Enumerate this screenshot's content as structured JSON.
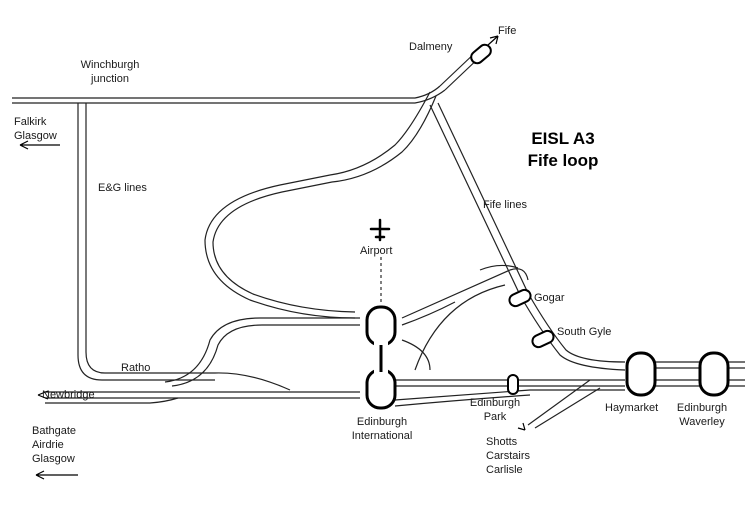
{
  "title": {
    "line1": "EISL A3",
    "line2": "Fife loop"
  },
  "labels": {
    "fife": "Fife",
    "dalmeny": "Dalmeny",
    "winchburgh": "Winchburgh",
    "winchburgh_junction": "junction",
    "falkirk": "Falkirk",
    "glasgow_w": "Glasgow",
    "eg_lines": "E&G lines",
    "fife_lines": "Fife lines",
    "airport": "Airport",
    "gogar": "Gogar",
    "south_gyle": "South Gyle",
    "ratho": "Ratho",
    "newbridge": "Newbridge",
    "bathgate": "Bathgate",
    "airdrie": "Airdrie",
    "glasgow_sw": "Glasgow",
    "edinburgh_intl_1": "Edinburgh",
    "edinburgh_intl_2": "International",
    "edinburgh_park_1": "Edinburgh",
    "edinburgh_park_2": "Park",
    "haymarket": "Haymarket",
    "waverley_1": "Edinburgh",
    "waverley_2": "Waverley",
    "shotts": "Shotts",
    "carstairs": "Carstairs",
    "carlisle": "Carlisle"
  },
  "icons": {
    "airport": "airplane-icon"
  },
  "colors": {
    "line": "#222222",
    "text": "#1a1a1a"
  }
}
